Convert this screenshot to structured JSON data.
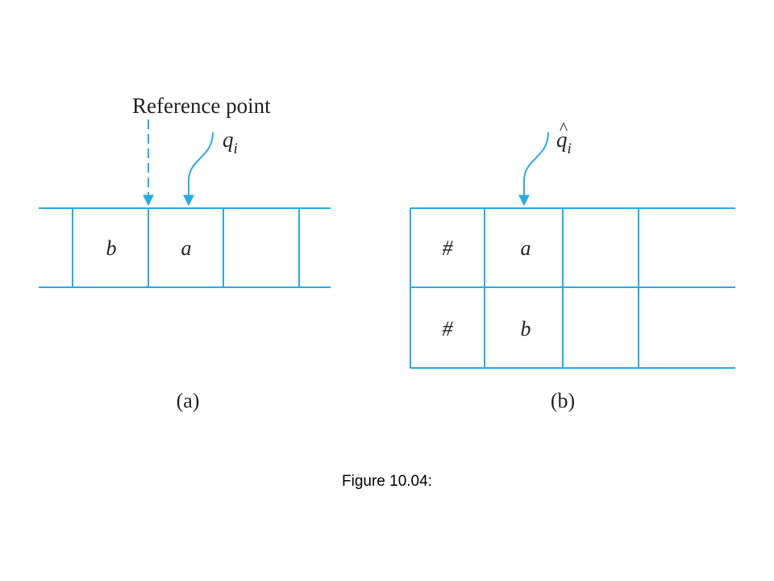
{
  "colors": {
    "line": "#29abe2",
    "text": "#231f20"
  },
  "panel_a": {
    "reference_label": "Reference point",
    "head_symbol": "q",
    "head_subscript": "i",
    "cells": [
      "b",
      "a"
    ],
    "label": "(a)"
  },
  "panel_b": {
    "head_hat": "^",
    "head_symbol": "q",
    "head_subscript": "i",
    "row1": [
      "#",
      "a"
    ],
    "row2": [
      "#",
      "b"
    ],
    "label": "(b)"
  },
  "caption": "Figure 10.04:"
}
